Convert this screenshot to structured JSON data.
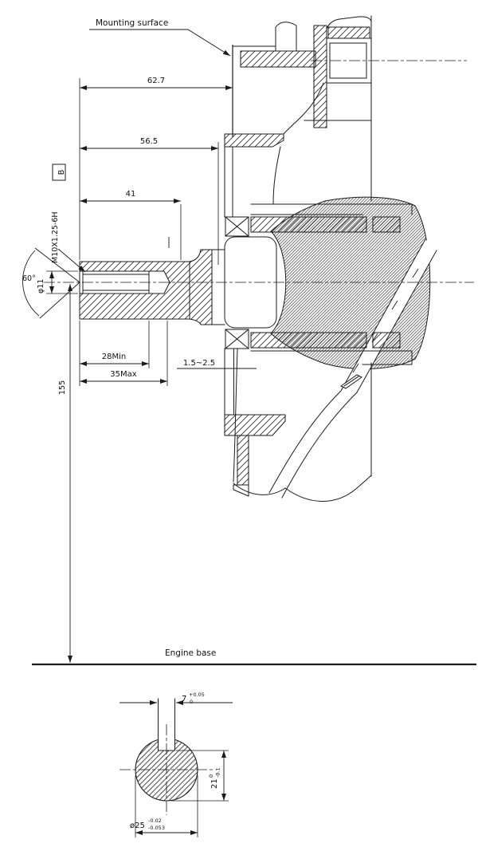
{
  "drawing": {
    "labels": {
      "mounting_surface": "Mounting surface",
      "engine_base": "Engine base"
    },
    "dims": {
      "width_overall": "62.7",
      "width_inner": "56.5",
      "thread_len": "41",
      "thread_depth_min": "28Min",
      "drill_depth_max": "35Max",
      "height_base": "155",
      "gap": "1.5~2.5",
      "thread_spec": "M10X1.25-6H",
      "pilot_dia": "φ11",
      "chamfer_angle": "60°",
      "datum": "B"
    },
    "section": {
      "key_width": "7",
      "key_tol_upper": "+0.05",
      "key_tol_lower": "0",
      "flat_height": "21",
      "flat_tol_upper": "0",
      "flat_tol_lower": "-0.1",
      "shaft_dia": "ø25",
      "dia_tol_upper": "-0.02",
      "dia_tol_lower": "-0.053"
    },
    "colors": {
      "line": "#1b1b1b",
      "background": "#ffffff"
    }
  }
}
